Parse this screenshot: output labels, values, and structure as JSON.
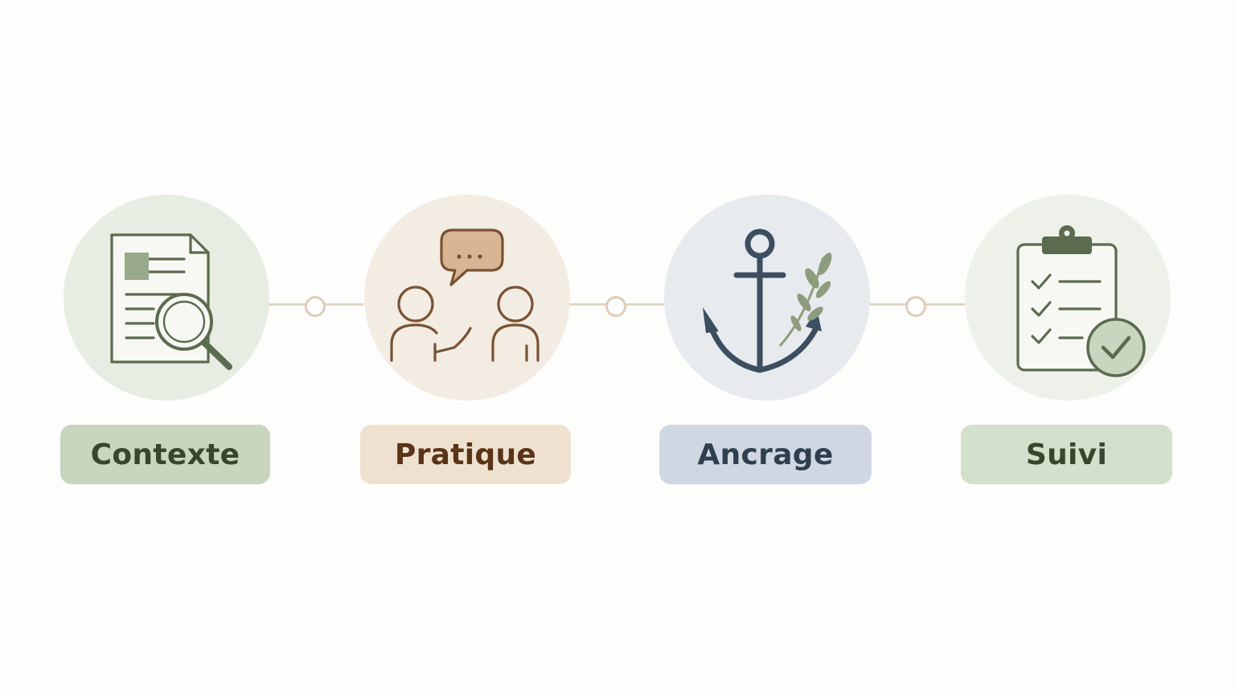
{
  "steps": [
    {
      "label": "Contexte",
      "icon": "document-search-icon",
      "circle_color": "#e8ede3",
      "pill_color": "#c8d6bf",
      "text_color": "#37472d"
    },
    {
      "label": "Pratique",
      "icon": "conversation-icon",
      "circle_color": "#f3ece3",
      "pill_color": "#efe1d0",
      "text_color": "#5a3417"
    },
    {
      "label": "Ancrage",
      "icon": "anchor-icon",
      "circle_color": "#e7ebee",
      "pill_color": "#cfd8e2",
      "text_color": "#2f3f4d"
    },
    {
      "label": "Suivi",
      "icon": "clipboard-check-icon",
      "circle_color": "#eef1ea",
      "pill_color": "#d3e0cb",
      "text_color": "#37472d"
    }
  ],
  "colors": {
    "connector": "#e3d4c4",
    "green_stroke": "#5b6b4f",
    "green_fill": "#98a98a",
    "brown_stroke": "#7a5233",
    "brown_fill": "#d8b694",
    "navy_stroke": "#3c4e60",
    "leaf": "#8d9c7c"
  }
}
